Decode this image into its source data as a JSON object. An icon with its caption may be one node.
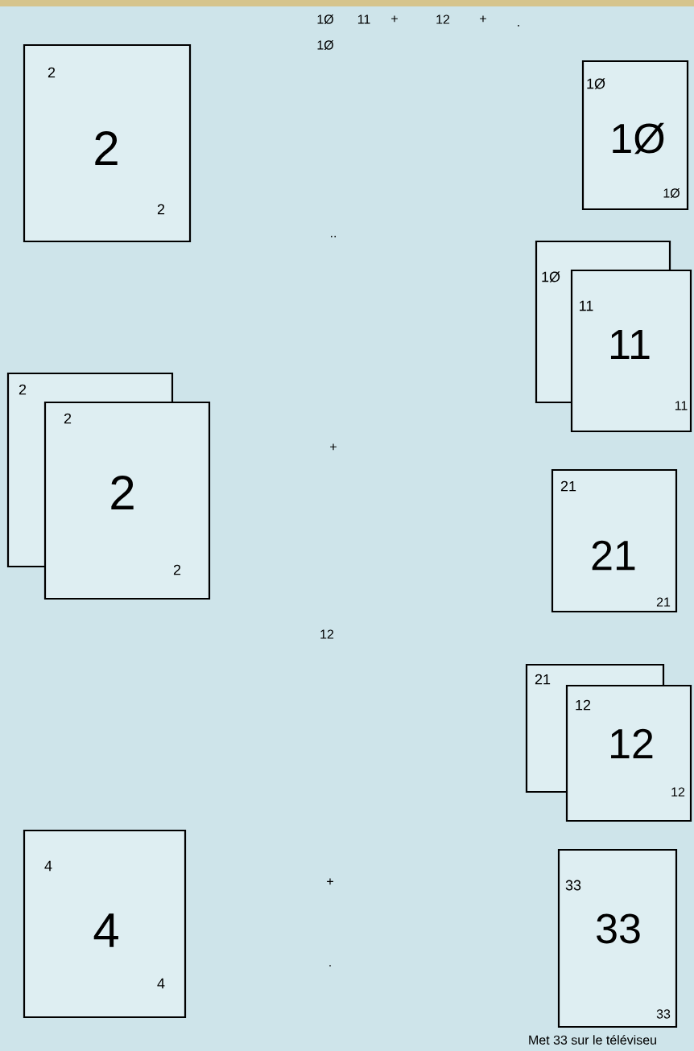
{
  "diagram": {
    "nodes": [
      {
        "text": [
          "2",
          "2",
          "2"
        ]
      },
      {
        "text": [
          "2"
        ]
      },
      {
        "text": [
          "2",
          "2",
          "2"
        ]
      },
      {
        "text": [
          "4",
          "4",
          "4"
        ]
      },
      {
        "text": [
          "1Ø",
          "1Ø",
          "1Ø"
        ]
      },
      {
        "text": [
          "1Ø"
        ]
      },
      {
        "text": [
          "11",
          "11",
          "11"
        ]
      },
      {
        "text": [
          "21",
          "21",
          "21"
        ]
      },
      {
        "text": [
          "21"
        ]
      },
      {
        "text": [
          "12",
          "12",
          "12"
        ]
      },
      {
        "text": [
          "33",
          "33",
          "33"
        ]
      }
    ],
    "labels": [
      "1Ø",
      "11",
      "+",
      "12",
      "+",
      ".",
      "1Ø",
      "..",
      "+",
      "12",
      "+",
      ".",
      "Met 33 sur le téléviseu"
    ]
  }
}
